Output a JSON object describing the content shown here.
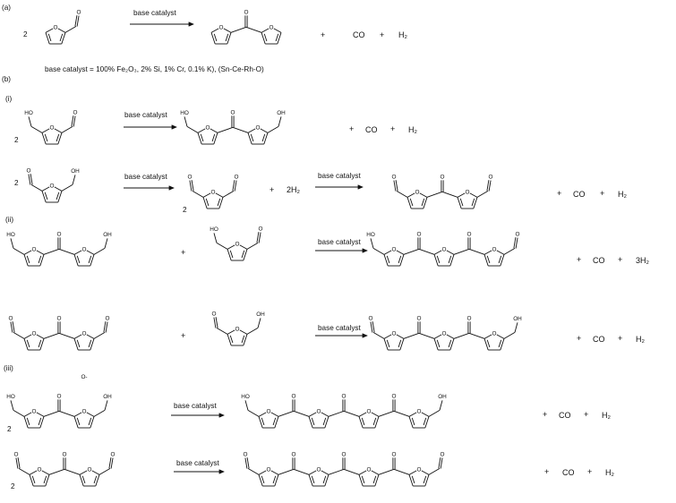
{
  "sections": {
    "a": "(a)",
    "b": "(b)",
    "i": "(i)",
    "ii": "(ii)",
    "iii": "(iii)"
  },
  "atoms": {
    "o": "O",
    "ho": "HO",
    "oh": "OH",
    "oneg": "O-"
  },
  "catalyst_note": "base catalyst = 100% Fe₂O₃, 2% Si, 1% Cr, 0.1% K), (Sn-Ce-Rh-O)",
  "arrow_label": "base catalyst",
  "coef_2": "2",
  "products": {
    "plus": "+",
    "co": "CO",
    "h2": "H₂",
    "two_h2": "2H₂",
    "three_h2": "3H₂"
  }
}
